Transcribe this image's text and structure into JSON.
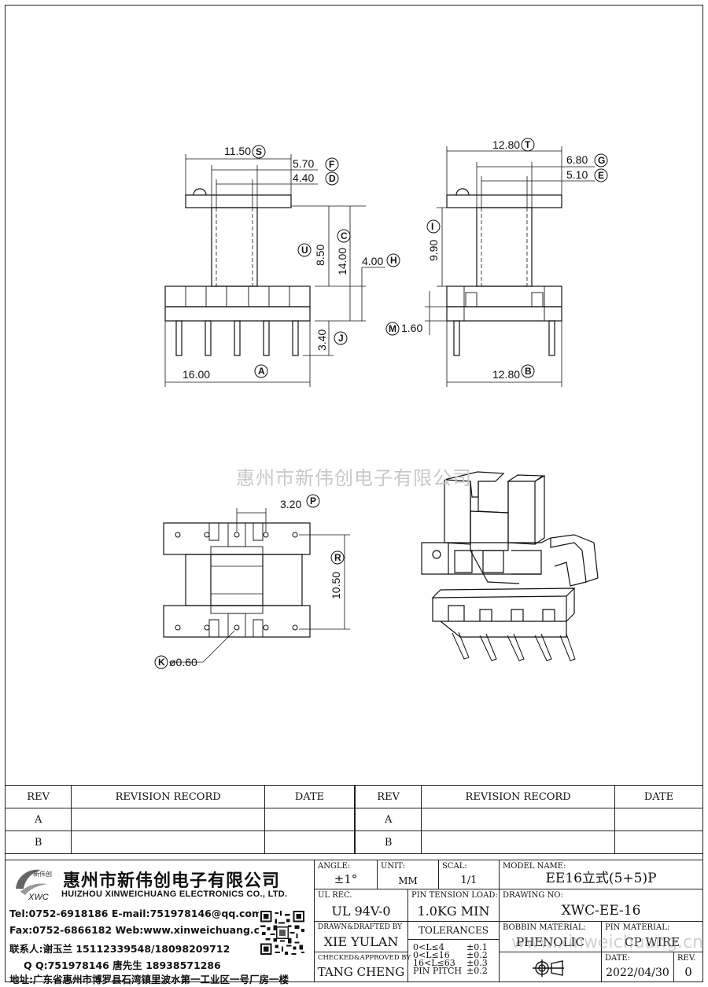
{
  "dimensions": {
    "S": "11.50",
    "F": "5.70",
    "D": "4.40",
    "U": "8.50",
    "C": "14.00",
    "H": "4.00",
    "J": "3.40",
    "A": "16.00",
    "T": "12.80",
    "G": "6.80",
    "E": "5.10",
    "I": "9.90",
    "M": "1.60",
    "B": "12.80",
    "P": "3.20",
    "R": "10.50",
    "K": "ø0.60"
  },
  "watermark": "惠州市新伟创电子有限公司",
  "revision_table": {
    "headers": [
      "REV",
      "REVISION RECORD",
      "DATE"
    ],
    "left_rows": [
      "A",
      "B"
    ],
    "right_rows": [
      "A",
      "B"
    ]
  },
  "company": {
    "logo_text": "新伟创",
    "logo_abbr": "XWC",
    "name_cn": "惠州市新伟创电子有限公司",
    "name_en": "HUIZHOU XINWEICHUANG ELECTRONICS CO., LTD.",
    "tel_line": "Tel:0752-6918186 E-mail:751978146@qq.com",
    "fax_line": "Fax:0752-6866182 Web:www.xinweichuang.cn",
    "contact_line": "联系人:谢玉兰 15112339548/18098209712",
    "qq_line": "Q Q:751978146     唐先生 18938571286",
    "address_line": "地址:广东省惠州市博罗县石湾镇里波水第一工业区一号厂房一楼"
  },
  "title_block": {
    "angle_label": "ANGLE:",
    "angle_value": "±1°",
    "unit_label": "UNIT:",
    "unit_value": "MM",
    "scale_label": "SCAL:",
    "scale_value": "1/1",
    "model_label": "MODEL NAME:",
    "model_value": "EE16立式(5+5)P",
    "ul_label": "UL REC.",
    "ul_value": "UL 94V-0",
    "pin_tension_label": "PIN TENSION LOAD:",
    "pin_tension_value": "1.0KG MIN",
    "drawing_no_label": "DRAWING NO:",
    "drawing_no_value": "XWC-EE-16",
    "drawn_label": "DRAWN&DRAFTED BY",
    "drawn_value": "XIE YULAN",
    "tolerances_label": "TOLERANCES",
    "tol_rows": [
      {
        "range": "0<L≤4",
        "tol": "±0.1"
      },
      {
        "range": "0<L≤16",
        "tol": "±0.2"
      },
      {
        "range": "16<L≤63",
        "tol": "±0.3"
      },
      {
        "range": "PIN PITCH",
        "tol": "±0.2"
      }
    ],
    "checked_label": "CHECKED&APPROVED BY",
    "checked_value": "TANG CHENG",
    "bobbin_label": "BOBBIN MATERIAL:",
    "bobbin_value": "PHENOLIC",
    "pin_material_label": "PIN MATERIAL:",
    "pin_material_value": "CP WIRE",
    "date_label": "DATE:",
    "date_value": "2022/04/30",
    "rev_label": "REV.",
    "rev_value": "0",
    "web_watermark": "www.xinweichuang.cn"
  }
}
